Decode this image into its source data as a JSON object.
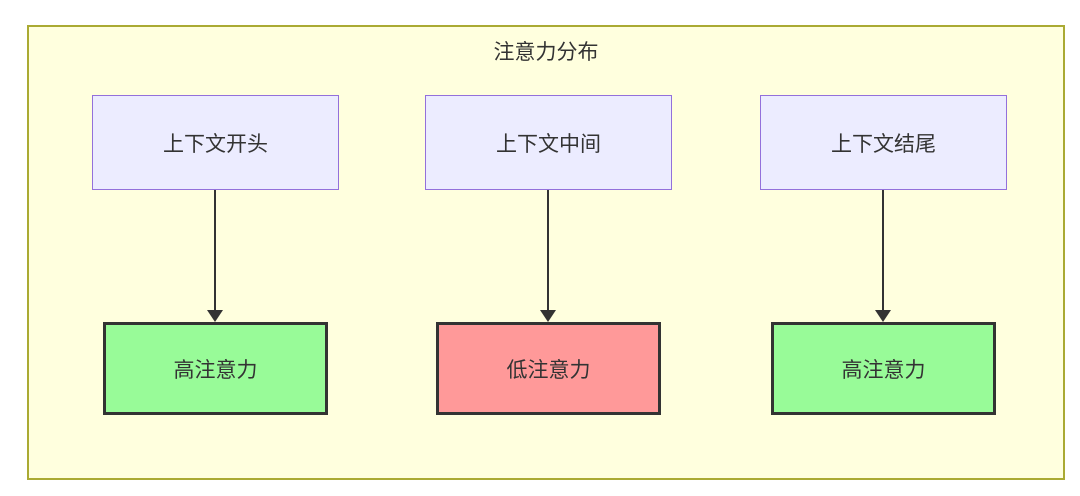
{
  "diagram": {
    "title": "注意力分布",
    "columns": [
      {
        "source": "上下文开头",
        "target": "高注意力",
        "attention": "high"
      },
      {
        "source": "上下文中间",
        "target": "低注意力",
        "attention": "low"
      },
      {
        "source": "上下文结尾",
        "target": "高注意力",
        "attention": "high"
      }
    ],
    "colors": {
      "container_bg": "#FFFFDE",
      "container_border": "#AAAA33",
      "source_bg": "#ECECFF",
      "source_border": "#9370DB",
      "high_bg": "#98FB98",
      "low_bg": "#FF9999",
      "node_border": "#333333",
      "arrow": "#333333",
      "text": "#333333"
    }
  }
}
